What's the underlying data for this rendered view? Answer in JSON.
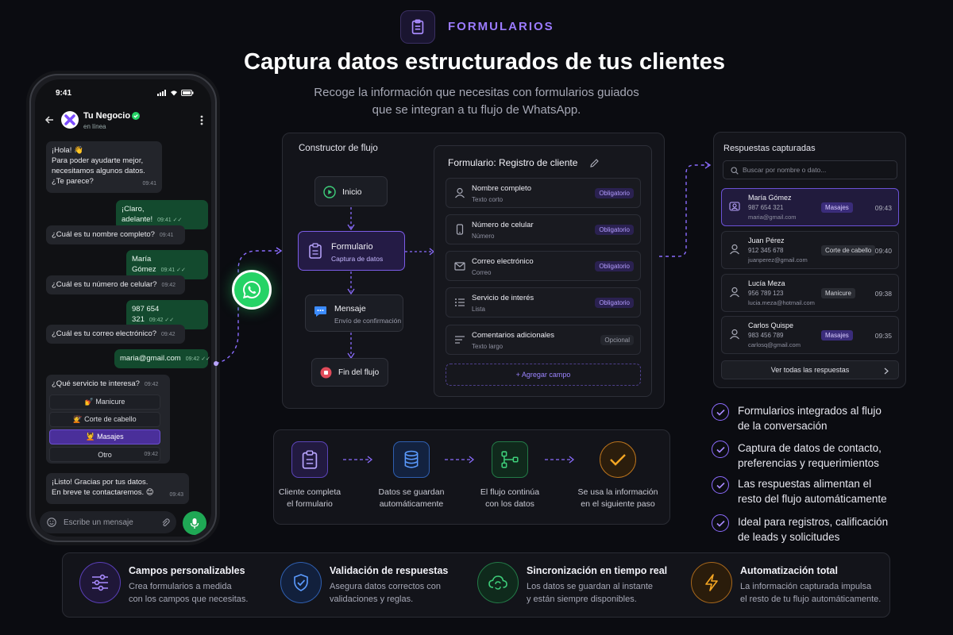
{
  "header": {
    "tag": "FORMULARIOS",
    "title": "Captura datos estructurados de tus clientes",
    "subtitle_line1": "Recoge la información que necesitas con formularios guiados",
    "subtitle_line2": "que se integran a tu flujo de WhatsApp."
  },
  "phone": {
    "time": "9:41",
    "business_name": "Tu Negocio",
    "business_status": "en línea",
    "messages": [
      {
        "dir": "in",
        "lines": [
          "¡Hola! 👋",
          "Para poder ayudarte mejor,",
          "necesitamos algunos datos.",
          "¿Te parece?"
        ],
        "time": "09:41"
      },
      {
        "dir": "out",
        "lines": [
          "¡Claro, adelante!"
        ],
        "time": "09:41"
      },
      {
        "dir": "in",
        "lines": [
          "¿Cuál es tu nombre completo?"
        ],
        "time": "09:41"
      },
      {
        "dir": "out",
        "lines": [
          "María Gómez"
        ],
        "time": "09:41"
      },
      {
        "dir": "in",
        "lines": [
          "¿Cuál es tu número de celular?"
        ],
        "time": "09:42"
      },
      {
        "dir": "out",
        "lines": [
          "987 654 321"
        ],
        "time": "09:42"
      },
      {
        "dir": "in",
        "lines": [
          "¿Cuál es tu correo electrónico?"
        ],
        "time": "09:42"
      },
      {
        "dir": "out",
        "lines": [
          "maria@gmail.com"
        ],
        "time": "09:42"
      },
      {
        "dir": "in",
        "lines": [
          "¿Qué servicio te interesa?"
        ],
        "time": "09:42"
      },
      {
        "dir": "in",
        "lines": [
          "¡Listo! Gracias por tus datos.",
          "En breve te contactaremos. 😊"
        ],
        "time": "09:43"
      }
    ],
    "options": [
      "💅 Manicure",
      "💇 Corte de cabello",
      "💆 Masajes",
      "Otro"
    ],
    "options_time": "09:42",
    "selected_option": 2,
    "composer_placeholder": "Escribe un mensaje"
  },
  "flow_builder": {
    "title": "Constructor de flujo",
    "nodes": [
      {
        "label": "Inicio",
        "sub": ""
      },
      {
        "label": "Formulario",
        "sub": "Captura de datos"
      },
      {
        "label": "Mensaje",
        "sub": "Envío de confirmación"
      },
      {
        "label": "Fin del flujo",
        "sub": ""
      }
    ]
  },
  "form": {
    "title": "Formulario: Registro de cliente",
    "fields": [
      {
        "label": "Nombre completo",
        "type": "Texto corto",
        "badge": "Obligatorio",
        "icon": "user-icon"
      },
      {
        "label": "Número de celular",
        "type": "Número",
        "badge": "Obligatorio",
        "icon": "phone-icon"
      },
      {
        "label": "Correo electrónico",
        "type": "Correo",
        "badge": "Obligatorio",
        "icon": "mail-icon"
      },
      {
        "label": "Servicio de interés",
        "type": "Lista",
        "badge": "Obligatorio",
        "icon": "list-icon"
      },
      {
        "label": "Comentarios adicionales",
        "type": "Texto largo",
        "badge": "Opcional",
        "icon": "text-icon"
      }
    ],
    "add_field": "+ Agregar campo"
  },
  "responses": {
    "title": "Respuestas capturadas",
    "search_placeholder": "Buscar por nombre o dato...",
    "rows": [
      {
        "name": "María Gómez",
        "phone": "987 654 321",
        "email": "maria@gmail.com",
        "tag": "Masajes",
        "time": "09:43"
      },
      {
        "name": "Juan Pérez",
        "phone": "912 345 678",
        "email": "juanperez@gmail.com",
        "tag": "Corte de cabello",
        "time": "09:40"
      },
      {
        "name": "Lucía Meza",
        "phone": "956 789 123",
        "email": "lucia.meza@hotmail.com",
        "tag": "Manicure",
        "time": "09:38"
      },
      {
        "name": "Carlos Quispe",
        "phone": "983 456 789",
        "email": "carlosq@gmail.com",
        "tag": "Masajes",
        "time": "09:35"
      }
    ],
    "see_all": "Ver todas las respuestas"
  },
  "benefits": [
    {
      "line1": "Formularios integrados al flujo",
      "line2": "de la conversación"
    },
    {
      "line1": "Captura de datos de contacto,",
      "line2": "preferencias y requerimientos"
    },
    {
      "line1": "Las respuestas alimentan el",
      "line2": "resto del flujo automáticamente"
    },
    {
      "line1": "Ideal para registros, calificación",
      "line2": "de leads y solicitudes"
    }
  ],
  "process": [
    {
      "line1": "Cliente completa",
      "line2": "el formulario"
    },
    {
      "line1": "Datos se guardan",
      "line2": "automáticamente"
    },
    {
      "line1": "El flujo continúa",
      "line2": "con los datos"
    },
    {
      "line1": "Se usa la información",
      "line2": "en el siguiente paso"
    }
  ],
  "features": [
    {
      "title": "Campos personalizables",
      "line1": "Crea formularios a medida",
      "line2": "con los campos que necesitas.",
      "color": "#8b5cf6"
    },
    {
      "title": "Validación de respuestas",
      "line1": "Asegura datos correctos con",
      "line2": "validaciones y reglas.",
      "color": "#3b82f6"
    },
    {
      "title": "Sincronización en tiempo real",
      "line1": "Los datos se guardan al instante",
      "line2": "y están siempre disponibles.",
      "color": "#22c55e"
    },
    {
      "title": "Automatización total",
      "line1": "La información capturada impulsa",
      "line2": "el resto de tu flujo automáticamente.",
      "color": "#f59e0b"
    }
  ]
}
